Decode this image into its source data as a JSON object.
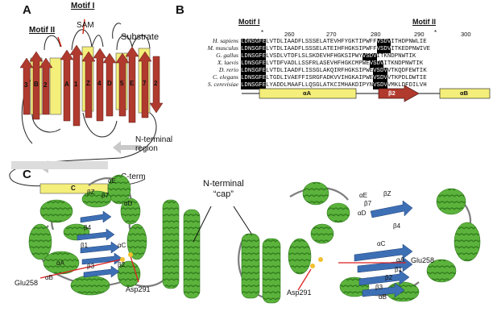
{
  "panels": {
    "a": "A",
    "b": "B",
    "c": "C"
  },
  "panelA": {
    "motif_i": "Motif I",
    "motif_ii": "Motif II",
    "sam": "SAM",
    "substrate": "Substrate",
    "n_term": "N-terminal\nregion",
    "c_term": "C-term",
    "helix_c": "C",
    "strands": [
      "3",
      "B",
      "2",
      "A",
      "1",
      "Z",
      "4",
      "D",
      "5",
      "E",
      "7",
      "2"
    ]
  },
  "panelB": {
    "motif_i": "Motif I",
    "motif_ii": "Motif II",
    "star": "*",
    "ruler": [
      "260",
      "270",
      "280",
      "290",
      "300"
    ],
    "species": [
      "H. sapiens",
      "M. musculus",
      "G. gallus",
      "X. laevis",
      "D. rerio",
      "C. elegans",
      "S. cerevisiae"
    ],
    "sequences": [
      [
        "LDNSGFE",
        "LVTDLIAADFLSSSELATEVHFYGKTIPWFF",
        "VSDV",
        "ITHDPNWLIE"
      ],
      [
        "LDNSGFE",
        "LVTDLIAADFLSSSELATEIHFHGKSIPWFF",
        "VSDV",
        "ITKEDPNWIVE"
      ],
      [
        "LDNSGFE",
        "LVSDLVTDFLSLSKDEVHFHGKSIPWY",
        "VSDV",
        "ITKNDPNWTIK"
      ],
      [
        "LDNSGFE",
        "LVTDFVADLLSSFRLASEVHFHGKCMPWE",
        "VSDV",
        "ITKNDPNWTIK"
      ],
      [
        "LDNSGFE",
        "LVTDLIAADFLISSGLAKQIRFHGKSIPWE",
        "VSDV",
        "VTKQDFEWTIK"
      ],
      [
        "LDNSGFE",
        "LTGDLIVAEFFISRGFADKVVIHGKAIPWE",
        "VSDV",
        "VTKPDLDWTIE"
      ],
      [
        "LDNSGFE",
        "LYADDLMAAFLLQSGLATKCIMHAKDIPYN",
        "VSDV",
        "VMKLDFDILVH"
      ],
      [
        "LDNSGFE",
        "",
        "",
        ""
      ]
    ],
    "ss_alpha_a": "αA",
    "ss_beta_2": "β2",
    "ss_alpha_b": "αB"
  },
  "panelC": {
    "cap": "N-terminal\n“cap”",
    "left": {
      "labels": [
        "αE",
        "βZ",
        "β7",
        "αD",
        "β4",
        "αC",
        "β1",
        "β2",
        "β3",
        "αA",
        "αB",
        "Glu258",
        "Asp291"
      ]
    },
    "right": {
      "labels": [
        "αE",
        "βZ",
        "β7",
        "αD",
        "β4",
        "αC",
        "αA",
        "β1",
        "β2",
        "β3",
        "αB",
        "Glu258",
        "Asp291"
      ]
    }
  },
  "colors": {
    "helix_green": "#5cb33c",
    "strand_blue": "#3d6fb5",
    "strand_red": "#b03a2e",
    "helix_yellow": "#f4ee7a"
  }
}
